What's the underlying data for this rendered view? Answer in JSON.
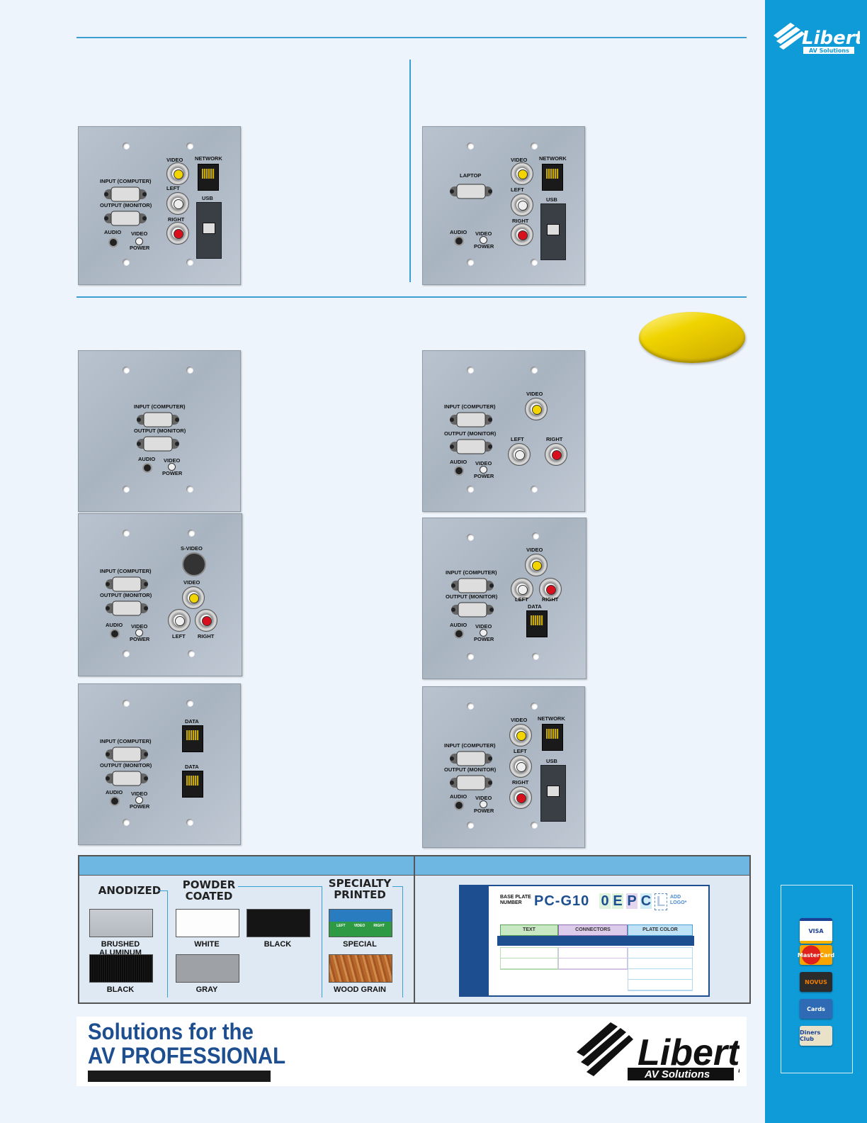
{
  "plates": {
    "p1": {
      "video": "VIDEO",
      "network": "NETWORK",
      "input": "INPUT (COMPUTER)",
      "output": "OUTPUT (MONITOR)",
      "left": "LEFT",
      "usb": "USB",
      "right": "RIGHT",
      "audio": "AUDIO",
      "video_power": "VIDEO",
      "power": "POWER"
    },
    "p2": {
      "laptop": "LAPTOP",
      "video": "VIDEO",
      "network": "NETWORK",
      "left": "LEFT",
      "usb": "USB",
      "right": "RIGHT",
      "audio": "AUDIO",
      "video_power": "VIDEO",
      "power": "POWER"
    },
    "p3": {
      "input": "INPUT (COMPUTER)",
      "output": "OUTPUT (MONITOR)",
      "audio": "AUDIO",
      "video_power": "VIDEO",
      "power": "POWER"
    },
    "p4": {
      "video": "VIDEO",
      "input": "INPUT (COMPUTER)",
      "output": "OUTPUT (MONITOR)",
      "left": "LEFT",
      "right": "RIGHT",
      "audio": "AUDIO",
      "video_power": "VIDEO",
      "power": "POWER"
    },
    "p5": {
      "svideo": "S-VIDEO",
      "video": "VIDEO",
      "input": "INPUT (COMPUTER)",
      "output": "OUTPUT (MONITOR)",
      "audio": "AUDIO",
      "video_power": "VIDEO",
      "power": "POWER",
      "left": "LEFT",
      "right": "RIGHT"
    },
    "p6": {
      "video": "VIDEO",
      "input": "INPUT (COMPUTER)",
      "output": "OUTPUT (MONITOR)",
      "left": "LEFT",
      "right": "RIGHT",
      "data": "DATA",
      "audio": "AUDIO",
      "video_power": "VIDEO",
      "power": "POWER"
    },
    "p7": {
      "data1": "DATA",
      "input": "INPUT (COMPUTER)",
      "output": "OUTPUT (MONITOR)",
      "data2": "DATA",
      "audio": "AUDIO",
      "video_power": "VIDEO",
      "power": "POWER"
    },
    "p8": {
      "video": "VIDEO",
      "network": "NETWORK",
      "input": "INPUT (COMPUTER)",
      "left": "LEFT",
      "output": "OUTPUT (MONITOR)",
      "usb": "USB",
      "right": "RIGHT",
      "audio": "AUDIO",
      "video_power": "VIDEO",
      "power": "POWER"
    }
  },
  "finishes": {
    "anodized": {
      "title": "ANODIZED",
      "items": [
        "BRUSHED ALUMINUM",
        "BLACK"
      ]
    },
    "powder": {
      "title_line1": "POWDER",
      "title_line2": "COATED",
      "items": [
        "WHITE",
        "BLACK",
        "GRAY"
      ]
    },
    "specialty": {
      "title_line1": "SPECIALTY",
      "title_line2": "PRINTED",
      "items": [
        "SPECIAL",
        "WOOD GRAIN"
      ],
      "sample_labels": [
        "LEFT",
        "VIDEO",
        "RIGHT"
      ]
    }
  },
  "part_number": {
    "base_label_1": "BASE PLATE",
    "base_label_2": "NUMBER",
    "prefix": "PC-G10",
    "c1": "0",
    "c2": "E",
    "c3": "P",
    "c4": "C",
    "c5": "L",
    "add_logo_1": "ADD",
    "add_logo_2": "LOGO*",
    "col_text": "TEXT",
    "col_connectors": "CONNECTORS",
    "col_color": "PLATE COLOR"
  },
  "brand": {
    "name": "Liberty",
    "sub": "AV Solutions"
  },
  "footer": {
    "line1": "Solutions for the",
    "line2": "AV PROFESSIONAL"
  },
  "payment": {
    "visa": "VISA",
    "mastercard": "MasterCard",
    "discover": "NOVUS",
    "amex": "Cards",
    "diners": "Diners Club"
  },
  "colors": {
    "accent": "#0f9ad8",
    "navy": "#1d4e8f",
    "gold": "#e8c800"
  }
}
